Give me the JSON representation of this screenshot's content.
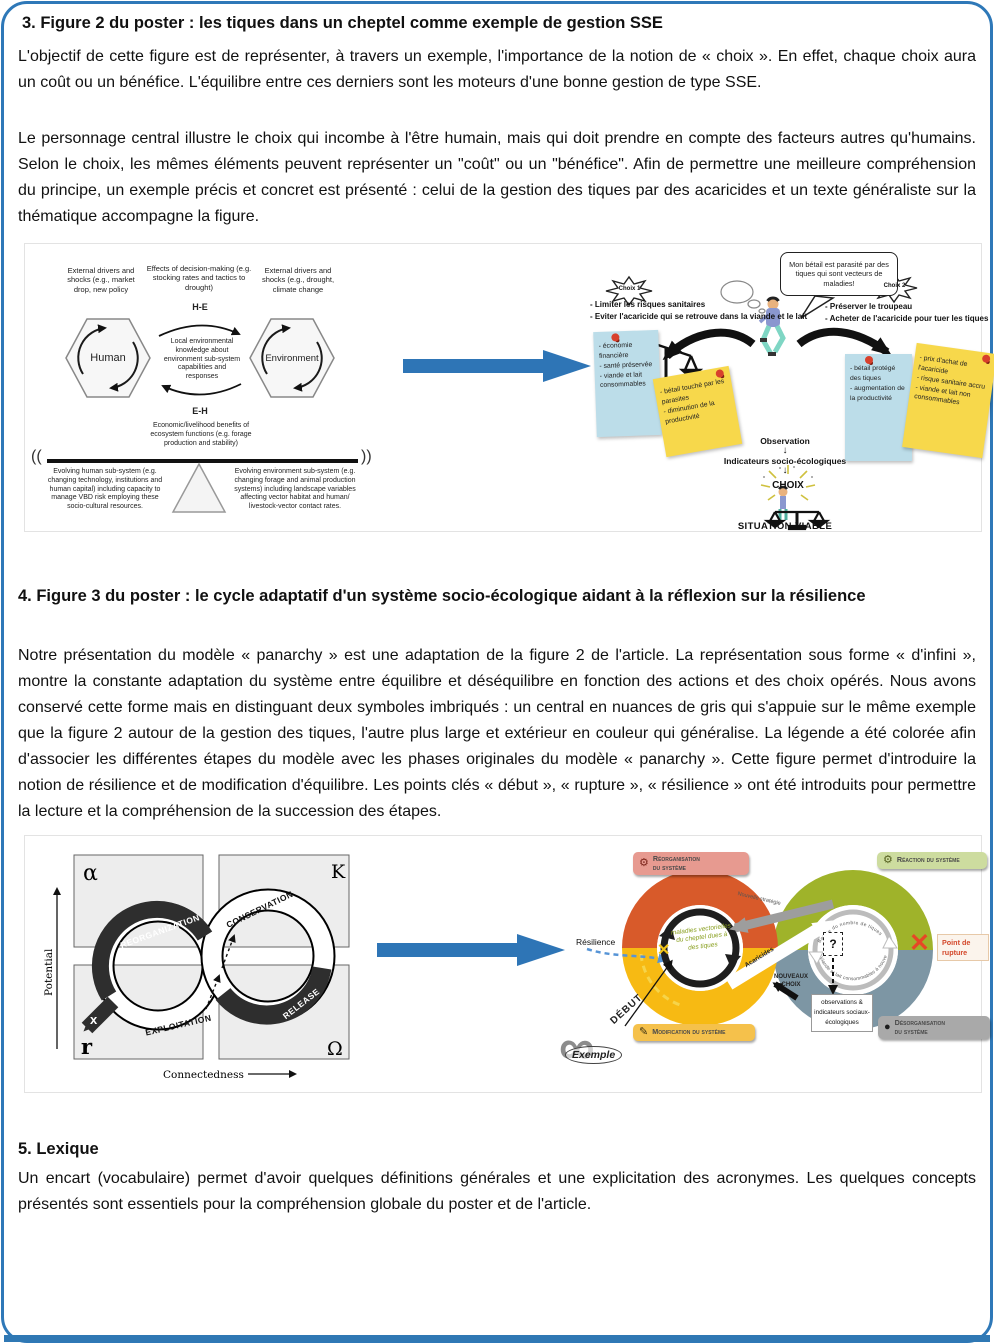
{
  "colors": {
    "accent_blue": "#2e78b8",
    "ring_orange": "#d85a2a",
    "ring_yellow": "#f7ba13",
    "ring_green": "#9fb32a",
    "ring_gray": "#7d96a4",
    "sticky_blue": "#bcdde9",
    "sticky_yellow": "#f7d84b",
    "alert_red": "#e64726"
  },
  "section3": {
    "heading": "3. Figure 2 du poster : les tiques dans un cheptel comme exemple de gestion SSE",
    "p1": "L'objectif de cette figure est de représenter, à travers un exemple, l'importance de la notion de « choix ». En effet, chaque choix aura un coût ou un bénéfice. L'équilibre entre ces derniers sont les moteurs d'une bonne gestion de type SSE.",
    "p2": "Le personnage central illustre le choix qui incombe à l'être humain, mais qui doit prendre en compte des facteurs autres qu'humains. Selon le choix, les mêmes éléments peuvent représenter un \"coût\" ou un \"bénéfice\". Afin de permettre une meilleure compréhension du principe, un exemple précis et concret est présenté : celui de la gestion des tiques par des acaricides et un texte généraliste sur la thématique accompagne la figure."
  },
  "figure1": {
    "left": {
      "label_left": "External drivers and shocks (e.g., market drop, new policy",
      "label_center": "Effects of decision-making (e.g. stocking rates and tactics to drought)",
      "label_right": "External drivers and shocks (e.g., drought, climate change",
      "he": "H-E",
      "eh": "E-H",
      "human": "Human",
      "environment": "Environment",
      "center": "Local environmental knowledge about environment sub-system capabilities and responses",
      "eco": "Economic/livelihood benefits of ecosystem functions (e.g. forage production and stability)",
      "paren_left": "((",
      "paren_right": "))",
      "bottom_left": "Evolving human sub-system (e.g. changing technology, institutions and human capital) including capacity to manage VBD risk employing these socio-cultural resources.",
      "bottom_right": "Evolving environment sub-system (e.g. changing forage and animal production systems) including landscape variables affecting vector habitat and human/ livestock-vector contact rates."
    },
    "right": {
      "speech": "Mon bétail est parasité par des tiques qui sont vecteurs de maladies!",
      "choice1": "Choix 1",
      "choice2": "Choix 2",
      "left_option1": "- Limiter les risques sanitaires",
      "left_option2": "- Eviter l'acaricide qui se retrouve dans la viande et le lait",
      "right_option1": "- Préserver le troupeau",
      "right_option2": "- Acheter de l'acaricide pour tuer les tiques",
      "blue_note_left": [
        "- économie financière",
        "- santé préservée",
        "- viande et lait consommables"
      ],
      "yellow_note_left": [
        "- bétail touché par les parasites",
        "- diminution de la productivité"
      ],
      "blue_note_right": [
        "- bétail protégé des tiques",
        "- augmentation de la productivité"
      ],
      "yellow_note_right": [
        "- prix d'achat de l'acaricide",
        "- risque sanitaire accru",
        "- viande et lait non consommables"
      ],
      "observation": "Observation",
      "indicators": "Indicateurs socio-écologiques",
      "choix": "CHOIX",
      "situation": "SITUATION VIABLE"
    }
  },
  "section4": {
    "heading": "4. Figure 3 du poster : le cycle adaptatif d'un système socio-écologique aidant à la réflexion sur la résilience",
    "p1": "Notre présentation du modèle « panarchy » est une adaptation de la figure 2 de l'article. La représentation sous forme « d'infini », montre la constante adaptation du système entre équilibre et déséquilibre en fonction des actions et des choix opérés. Nous avons conservé cette forme mais en distinguant deux symboles imbriqués : un central en nuances de gris qui s'appuie sur le même exemple que la figure 2 autour de la gestion des tiques, l'autre plus large et extérieur en couleur qui généralise. La légende a été colorée afin d'associer les différentes étapes du modèle avec les phases originales du modèle « panarchy ». Cette figure permet d'introduire la notion de résilience et de modification d'équilibre. Les points clés « début », « rupture », « résilience » ont été introduits pour permettre la lecture et la compréhension de la succession des étapes."
  },
  "figure2": {
    "left": {
      "alpha": "α",
      "k": "K",
      "r": "r",
      "omega": "Ω",
      "reorganization": "REORGANIZATION",
      "conservation": "CONSERVATION",
      "exploitation": "EXPLOITATION",
      "release": "RELEASE",
      "x_label": "x",
      "potential": "Potential",
      "connectedness": "Connectedness"
    },
    "right": {
      "resilience": "Résilience",
      "badge_reorganisation": [
        "Réorganisation",
        "du système"
      ],
      "badge_reaction": [
        "Réaction du système"
      ],
      "badge_modification": [
        "Modification du système"
      ],
      "badge_desorganisation": [
        "Désorganisation",
        "du système"
      ],
      "point_rupture": "Point de rupture",
      "rupture_x": "✕",
      "debut": "DÉBUT",
      "nouveaux_choix": "NOUVEAUX CHOIX",
      "obs_box": "observations & indicateurs sociaux-écologiques",
      "inner_left_text": "maladies vectorielles du cheptel dues à des tiques",
      "arrow_gray_label": "Nouvelle stratégie",
      "arrow_white_label": "Acaricides",
      "arc_top": "Baisse du nombre de tiques",
      "arc_bottom": "Viande et lait consommables à nouveau",
      "exemple": "Exemple",
      "question": "?",
      "start_x": "✕"
    }
  },
  "section5": {
    "heading": "5. Lexique",
    "p1": "Un encart (vocabulaire) permet d'avoir quelques définitions générales et une explicitation des acronymes. Les quelques concepts présentés sont essentiels pour la compréhension globale du poster et de l'article."
  }
}
